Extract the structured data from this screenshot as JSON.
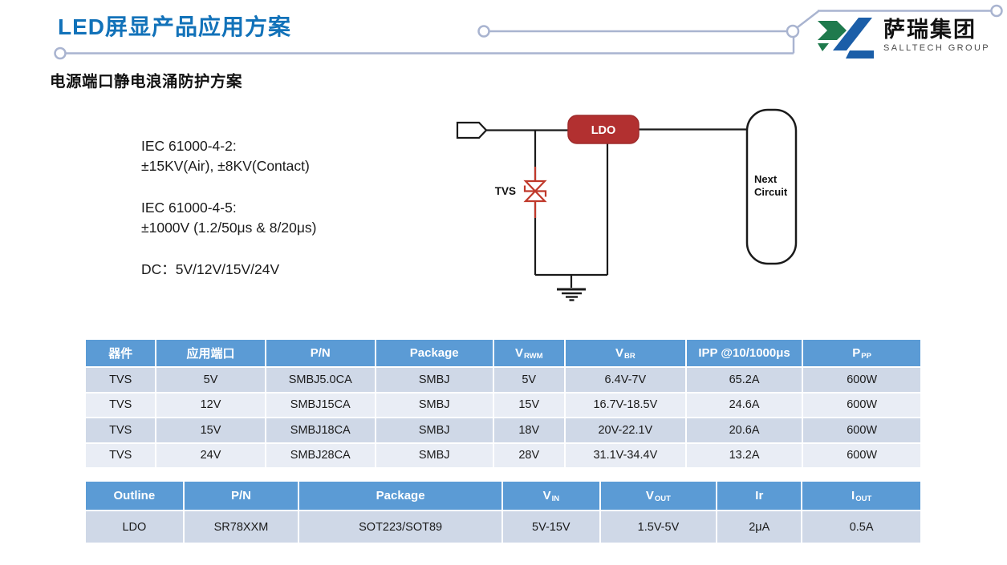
{
  "page": {
    "title": "LED屏显产品应用方案",
    "subtitle": "电源端口静电浪涌防护方案"
  },
  "logo": {
    "name_cn": "萨瑞集团",
    "name_en": "SALLTECH GROUP"
  },
  "specs": {
    "esd": {
      "heading": "IEC 61000-4-2:",
      "value": "±15KV(Air), ±8KV(Contact)"
    },
    "surge": {
      "heading": "IEC 61000-4-5:",
      "value": "±1000V  (1.2/50μs & 8/20μs)"
    },
    "dc": "DC：5V/12V/15V/24V"
  },
  "circuit": {
    "tvs_label": "TVS",
    "ldo_label": "LDO",
    "next_line1": "Next",
    "next_line2": "Circuit"
  },
  "table1": {
    "headers": [
      {
        "base": "器件",
        "sub": ""
      },
      {
        "base": "应用端口",
        "sub": ""
      },
      {
        "base": "P/N",
        "sub": ""
      },
      {
        "base": "Package",
        "sub": ""
      },
      {
        "base": "V",
        "sub": "RWM"
      },
      {
        "base": "V",
        "sub": "BR"
      },
      {
        "base": "IPP @10/1000μs",
        "sub": ""
      },
      {
        "base": "P",
        "sub": "PP"
      }
    ],
    "rows": [
      [
        "TVS",
        "5V",
        "SMBJ5.0CA",
        "SMBJ",
        "5V",
        "6.4V-7V",
        "65.2A",
        "600W"
      ],
      [
        "TVS",
        "12V",
        "SMBJ15CA",
        "SMBJ",
        "15V",
        "16.7V-18.5V",
        "24.6A",
        "600W"
      ],
      [
        "TVS",
        "15V",
        "SMBJ18CA",
        "SMBJ",
        "18V",
        "20V-22.1V",
        "20.6A",
        "600W"
      ],
      [
        "TVS",
        "24V",
        "SMBJ28CA",
        "SMBJ",
        "28V",
        "31.1V-34.4V",
        "13.2A",
        "600W"
      ]
    ]
  },
  "table2": {
    "headers": [
      {
        "base": "Outline",
        "sub": ""
      },
      {
        "base": "P/N",
        "sub": ""
      },
      {
        "base": "Package",
        "sub": ""
      },
      {
        "base": "V",
        "sub": "IN"
      },
      {
        "base": "V",
        "sub": "OUT"
      },
      {
        "base": "Ir",
        "sub": ""
      },
      {
        "base": "I",
        "sub": "OUT"
      }
    ],
    "rows": [
      [
        "LDO",
        "SR78XXM",
        "SOT223/SOT89",
        "5V-15V",
        "1.5V-5V",
        "2μA",
        "0.5A"
      ]
    ]
  },
  "colors": {
    "accent_blue": "#1272B9",
    "table_header_blue": "#5B9BD5",
    "row_dark": "#CFD8E7",
    "row_light": "#E9EDF5",
    "accent_red": "#B23030",
    "tvs_red": "#C0392B",
    "deco_line": "#A9B4D0",
    "logo_green": "#1F7A4D",
    "logo_blue": "#1B5EA8"
  }
}
